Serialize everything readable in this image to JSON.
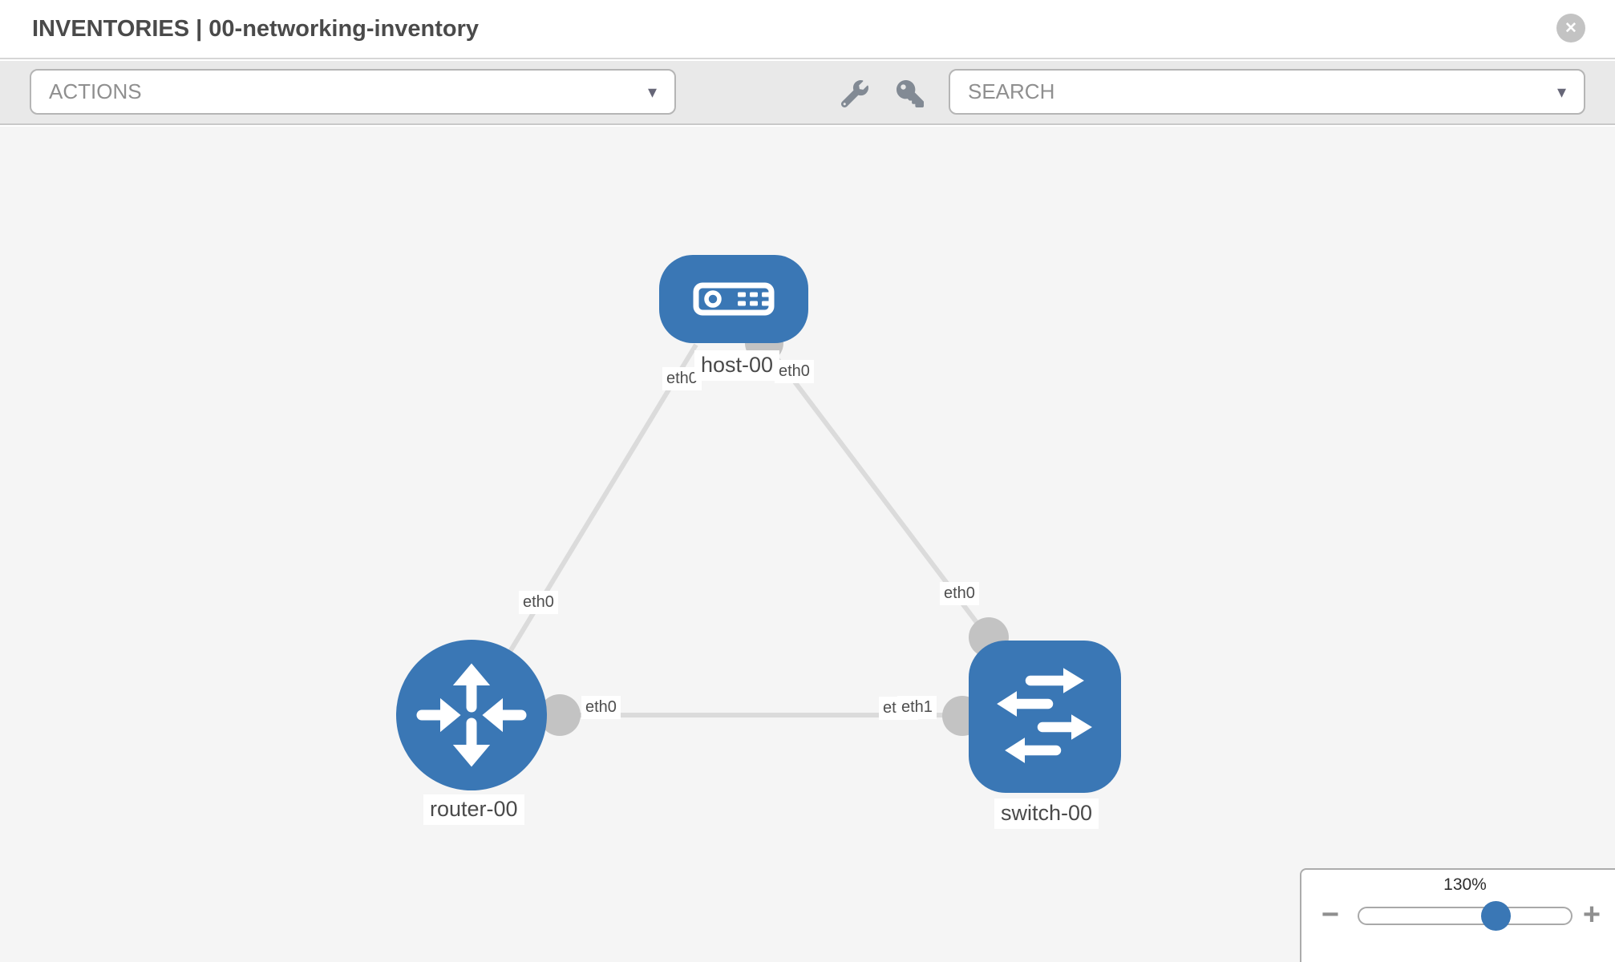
{
  "header": {
    "title": "INVENTORIES | 00-networking-inventory"
  },
  "toolbar": {
    "actions_label": "ACTIONS",
    "search_label": "SEARCH"
  },
  "icons": {
    "close": "✕",
    "caret": "▾",
    "minus": "−",
    "plus": "+"
  },
  "colors": {
    "node_blue": "#3a77b5",
    "edge_gray": "#dbdbdb",
    "connector_gray": "#c3c3c3",
    "toolbar_bg": "#e9e9e9",
    "canvas_bg": "#f5f5f5"
  },
  "graph": {
    "nodes": [
      {
        "id": "host-00",
        "type": "host",
        "label": "host-00"
      },
      {
        "id": "router-00",
        "type": "router",
        "label": "router-00"
      },
      {
        "id": "switch-00",
        "type": "switch",
        "label": "switch-00"
      }
    ],
    "edges": [
      {
        "from": "host-00",
        "from_if": "eth0",
        "to": "router-00",
        "to_if": "eth0"
      },
      {
        "from": "host-00",
        "from_if": "eth0",
        "to": "switch-00",
        "to_if": "eth0"
      },
      {
        "from": "router-00",
        "from_if": "eth0",
        "to": "switch-00",
        "to_if": "eth1",
        "overlap_if": "eth0"
      }
    ]
  },
  "zoom_control": {
    "level": "130%"
  }
}
